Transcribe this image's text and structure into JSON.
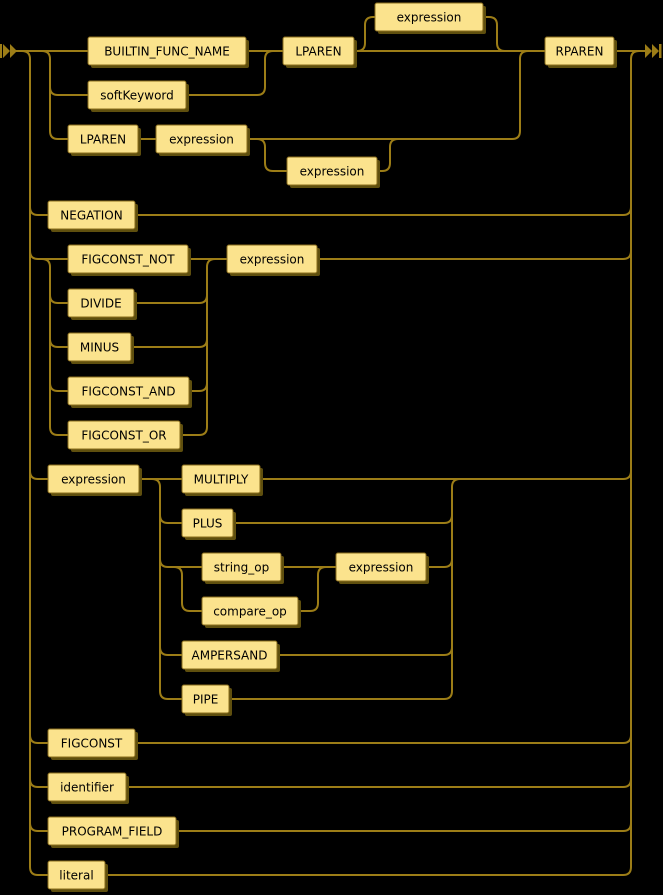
{
  "colors": {
    "background": "#000000",
    "line": "#9c7d17",
    "box_fill": "#fbe38d",
    "box_stroke": "#8a6d1c",
    "box_shadow": "#5f4f0e",
    "text": "#000000"
  },
  "icons": {
    "start": "railroad-start",
    "end": "railroad-end"
  },
  "nodes": [
    {
      "label": "expression",
      "type": "nonterminal"
    },
    {
      "label": "BUILTIN_FUNC_NAME",
      "type": "terminal"
    },
    {
      "label": "LPAREN",
      "type": "terminal"
    },
    {
      "label": "RPAREN",
      "type": "terminal"
    },
    {
      "label": "softKeyword",
      "type": "nonterminal"
    },
    {
      "label": "LPAREN",
      "type": "terminal"
    },
    {
      "label": "expression",
      "type": "nonterminal"
    },
    {
      "label": "expression",
      "type": "nonterminal"
    },
    {
      "label": "NEGATION",
      "type": "terminal"
    },
    {
      "label": "FIGCONST_NOT",
      "type": "terminal"
    },
    {
      "label": "expression",
      "type": "nonterminal"
    },
    {
      "label": "DIVIDE",
      "type": "terminal"
    },
    {
      "label": "MINUS",
      "type": "terminal"
    },
    {
      "label": "FIGCONST_AND",
      "type": "terminal"
    },
    {
      "label": "FIGCONST_OR",
      "type": "terminal"
    },
    {
      "label": "expression",
      "type": "nonterminal"
    },
    {
      "label": "MULTIPLY",
      "type": "terminal"
    },
    {
      "label": "PLUS",
      "type": "terminal"
    },
    {
      "label": "string_op",
      "type": "nonterminal"
    },
    {
      "label": "expression",
      "type": "nonterminal"
    },
    {
      "label": "compare_op",
      "type": "nonterminal"
    },
    {
      "label": "AMPERSAND",
      "type": "terminal"
    },
    {
      "label": "PIPE",
      "type": "terminal"
    },
    {
      "label": "FIGCONST",
      "type": "terminal"
    },
    {
      "label": "identifier",
      "type": "nonterminal"
    },
    {
      "label": "PROGRAM_FIELD",
      "type": "terminal"
    },
    {
      "label": "literal",
      "type": "nonterminal"
    }
  ]
}
